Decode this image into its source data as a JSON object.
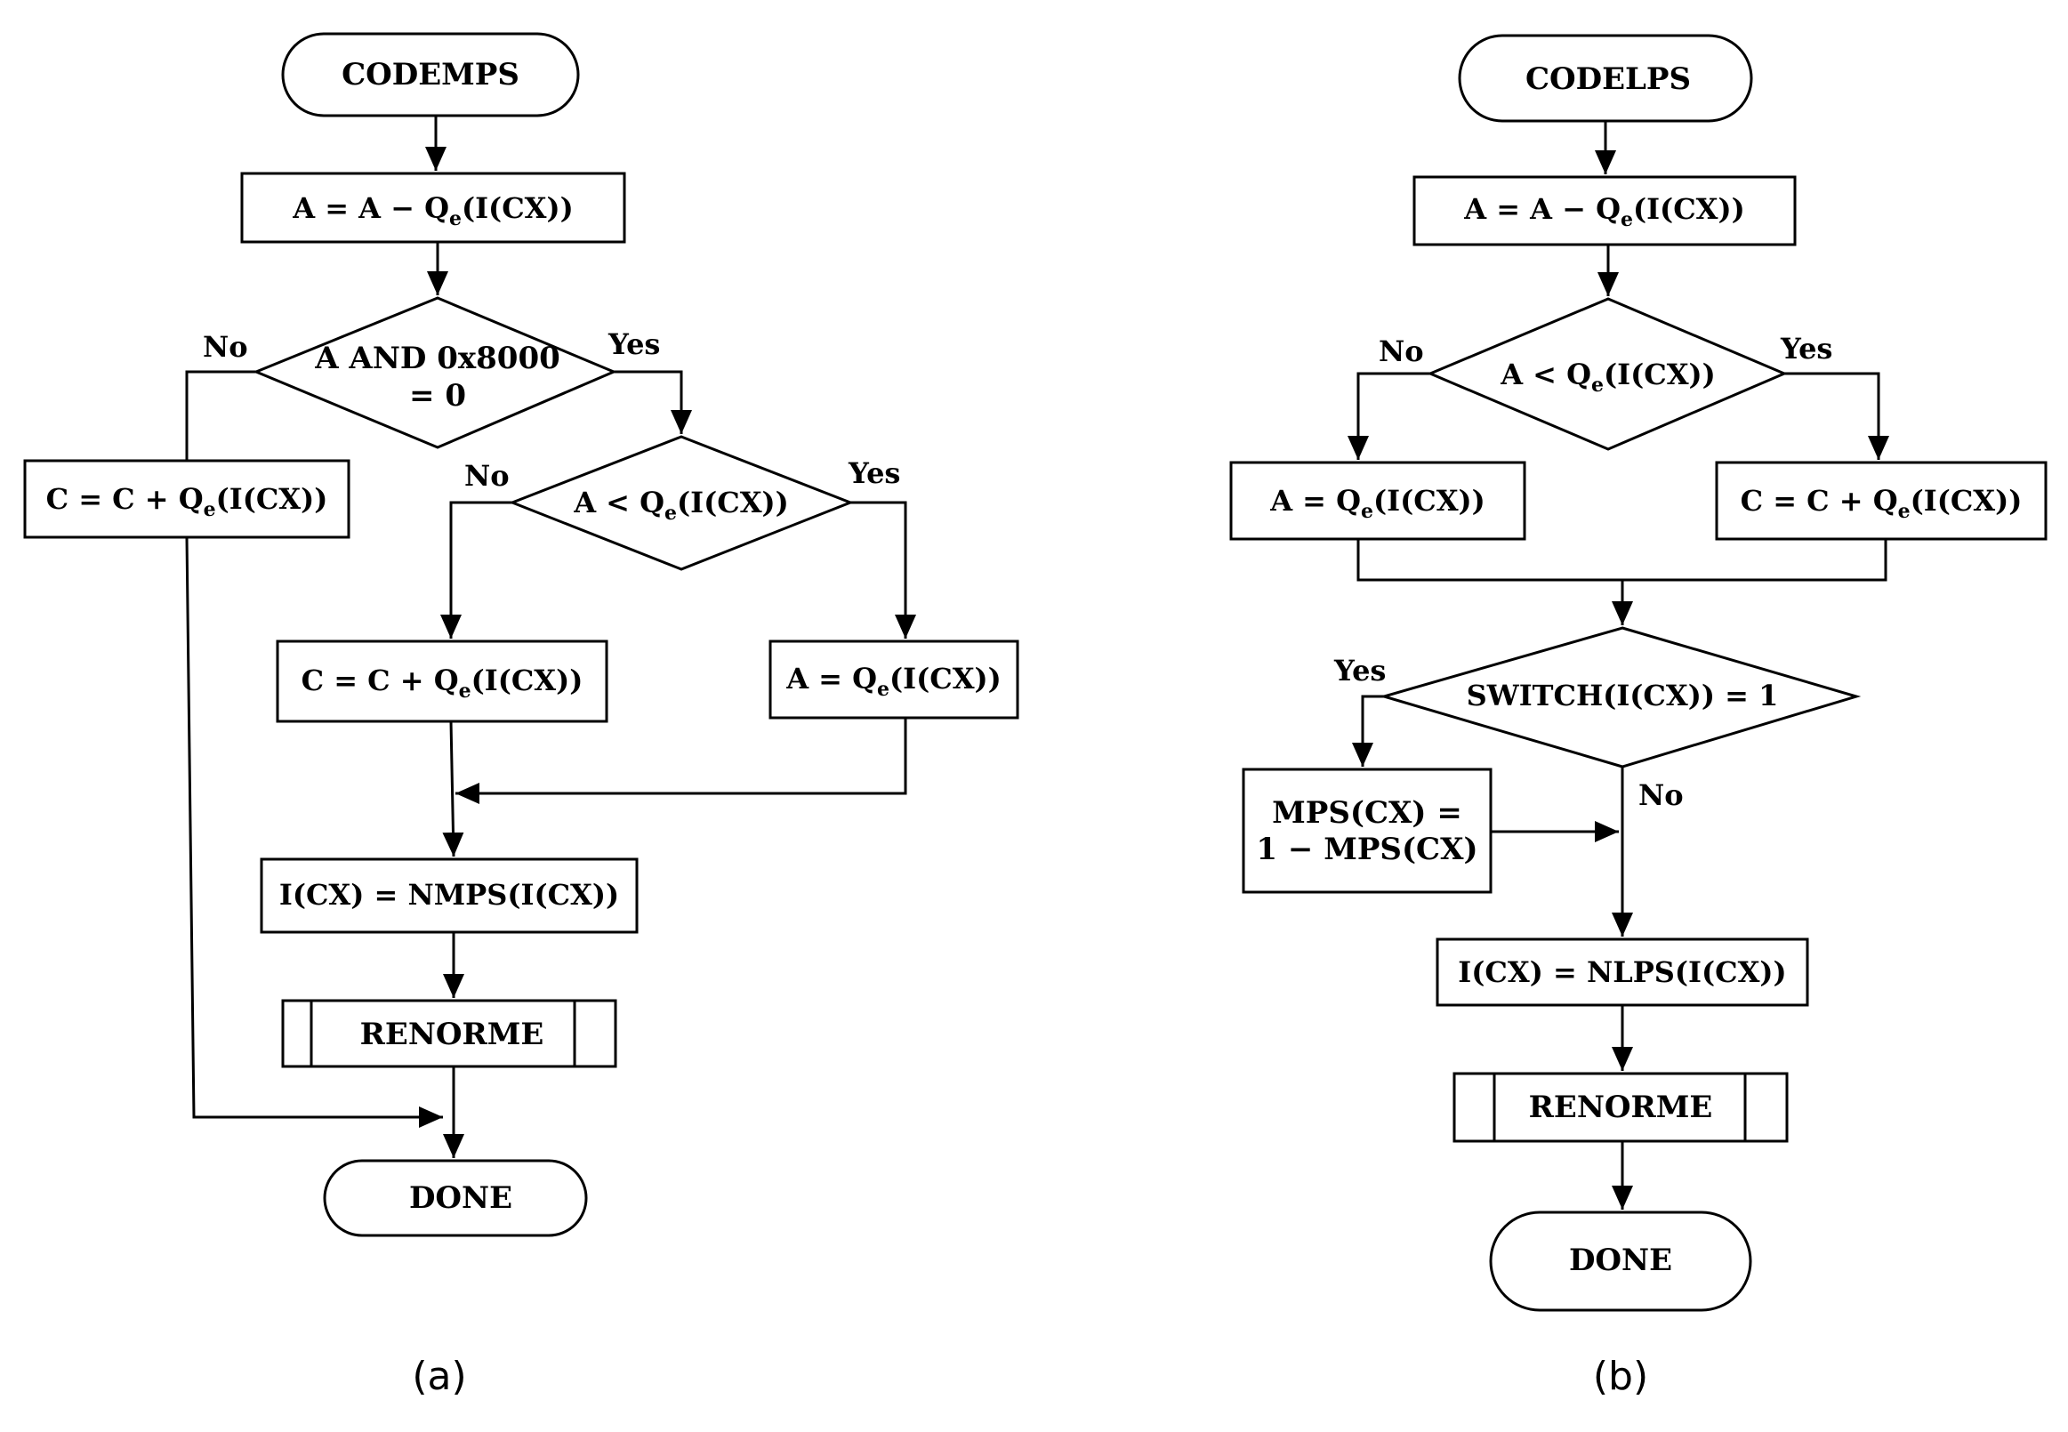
{
  "flowchart_a": {
    "caption": "(a)",
    "start": "CODEMPS",
    "step1": {
      "lhs": "A = A − Q",
      "sub": "e",
      "rhs": "(I(CX))"
    },
    "decision1": {
      "line1": "A AND 0x8000",
      "line2": "= 0",
      "no_label": "No",
      "yes_label": "Yes"
    },
    "step_left": {
      "lhs": "C = C + Q",
      "sub": "e",
      "rhs": "(I(CX))"
    },
    "decision2": {
      "lhs": "A < Q",
      "sub": "e",
      "rhs": "(I(CX))",
      "no_label": "No",
      "yes_label": "Yes"
    },
    "step_mid": {
      "lhs": "C = C + Q",
      "sub": "e",
      "rhs": "(I(CX))"
    },
    "step_right": {
      "lhs": "A = Q",
      "sub": "e",
      "rhs": "(I(CX))"
    },
    "step_nmps": "I(CX) = NMPS(I(CX))",
    "renorme": "RENORME",
    "done": "DONE"
  },
  "flowchart_b": {
    "caption": "(b)",
    "start": "CODELPS",
    "step1": {
      "lhs": "A = A − Q",
      "sub": "e",
      "rhs": "(I(CX))"
    },
    "decision1": {
      "lhs": "A < Q",
      "sub": "e",
      "rhs": "(I(CX))",
      "no_label": "No",
      "yes_label": "Yes"
    },
    "step_left": {
      "lhs": "A = Q",
      "sub": "e",
      "rhs": "(I(CX))"
    },
    "step_right": {
      "lhs": "C = C + Q",
      "sub": "e",
      "rhs": "(I(CX))"
    },
    "decision2": {
      "text": "SWITCH(I(CX)) = 1",
      "yes_label": "Yes",
      "no_label": "No"
    },
    "step_mps": {
      "line1": "MPS(CX) =",
      "line2": "1 − MPS(CX)"
    },
    "step_nlps": "I(CX) = NLPS(I(CX))",
    "renorme": "RENORME",
    "done": "DONE"
  }
}
